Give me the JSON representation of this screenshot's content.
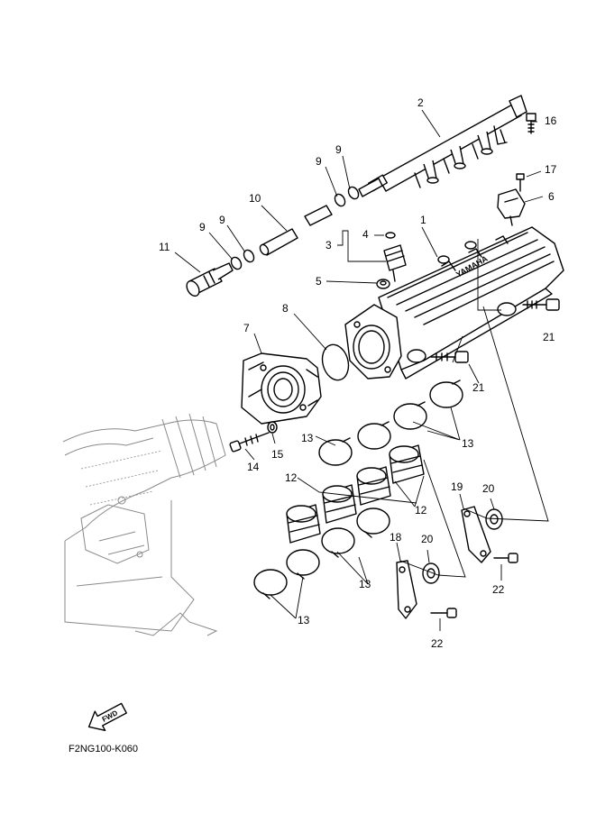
{
  "diagram_code": "F2NG100-K060",
  "fwd_label": "FWD",
  "brand_text": "YAMAHA",
  "callouts": {
    "p1": "1",
    "p2": "2",
    "p3": "3",
    "p4": "4",
    "p5": "5",
    "p6": "6",
    "p7": "7",
    "p8": "8",
    "p9a": "9",
    "p9b": "9",
    "p9c": "9",
    "p9d": "9",
    "p10": "10",
    "p11": "11",
    "p12a": "12",
    "p12b": "12",
    "p13a": "13",
    "p13b": "13",
    "p13c": "13",
    "p13d": "13",
    "p14": "14",
    "p15": "15",
    "p16": "16",
    "p17": "17",
    "p18": "18",
    "p19": "19",
    "p20a": "20",
    "p20b": "20",
    "p21a": "21",
    "p21b": "21",
    "p22a": "22",
    "p22b": "22"
  }
}
